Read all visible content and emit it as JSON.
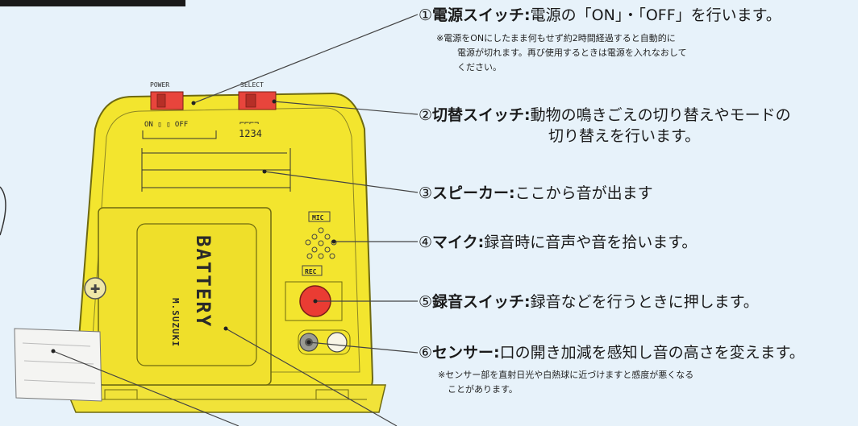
{
  "device": {
    "power_label": "POWER",
    "power_states": "ON ▯ ▯ OFF",
    "select_label": "SELECT",
    "select_numbers": "1234",
    "mic_label": "MIC",
    "rec_label": "REC",
    "battery_label": "BATTERY",
    "maker_label": "M.SUZUKI",
    "body_color": "#f3e52e",
    "switch_color": "#e8453c",
    "rec_button_color": "#ea3c33"
  },
  "callouts": [
    {
      "number": "①",
      "title": "電源スイッチ:",
      "desc": "電源の「ON」・「OFF」を行います。",
      "notes": [
        "※電源をONにしたまま何もせず約2時間経過すると自動的に",
        "電源が切れます。再び使用するときは電源を入れなおして",
        "ください。"
      ]
    },
    {
      "number": "②",
      "title": "切替スイッチ:",
      "desc": "動物の鳴きごえの切り替えやモードの",
      "desc2": "切り替えを行います。"
    },
    {
      "number": "③",
      "title": "スピーカー:",
      "desc": "ここから音が出ます"
    },
    {
      "number": "④",
      "title": "マイク:",
      "desc": "録音時に音声や音を拾います。"
    },
    {
      "number": "⑤",
      "title": "録音スイッチ:",
      "desc": "録音などを行うときに押します。"
    },
    {
      "number": "⑥",
      "title": "センサー:",
      "desc": "口の開き加減を感知し音の高さを変えます。",
      "notes": [
        "※センサー部を直射日光や白熱球に近づけますと感度が悪くなる",
        "ことがあります。"
      ]
    }
  ]
}
